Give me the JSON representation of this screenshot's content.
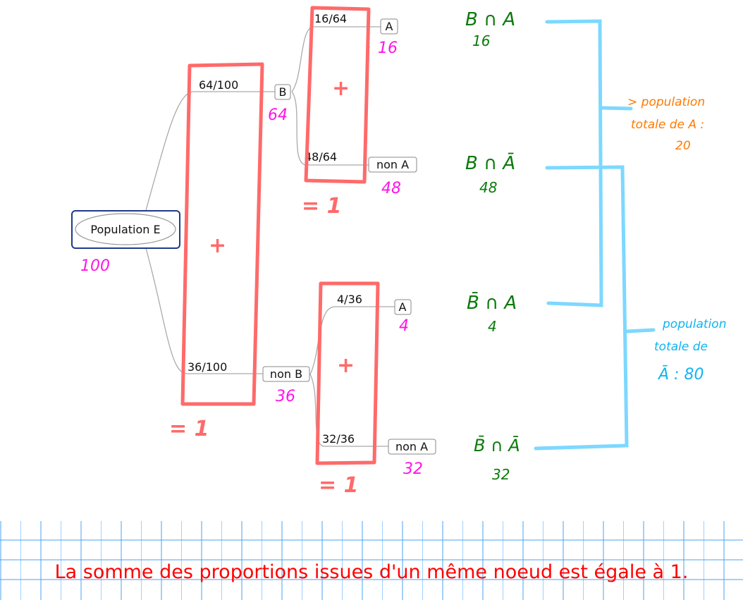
{
  "tree": {
    "root": {
      "label": "Population E",
      "count": "100"
    },
    "level1": [
      {
        "prob": "64/100",
        "label": "B",
        "count": "64"
      },
      {
        "prob": "36/100",
        "label": "non B",
        "count": "36"
      }
    ],
    "level2": [
      {
        "prob": "16/64",
        "label": "A",
        "count": "16"
      },
      {
        "prob": "48/64",
        "label": "non A",
        "count": "48"
      },
      {
        "prob": "4/36",
        "label": "A",
        "count": "4"
      },
      {
        "prob": "32/36",
        "label": "non A",
        "count": "32"
      }
    ]
  },
  "annotations": {
    "plus": "+",
    "sum_one": "= 1",
    "intersections": [
      {
        "label": "B ∩ A",
        "count": "16"
      },
      {
        "label": "B ∩ Ā",
        "count": "48"
      },
      {
        "label": "B̄ ∩ A",
        "count": "4"
      },
      {
        "label": "B̄ ∩ Ā",
        "count": "32"
      }
    ],
    "total_A": [
      "> population",
      "totale de A :",
      "20"
    ],
    "total_not_A": [
      "population",
      "totale de",
      "Ā : 80"
    ]
  },
  "footer": "La somme des proportions issues d'un même noeud est égale à 1.",
  "colors": {
    "red": "#ff6a6a",
    "magenta": "#ff14e6",
    "green": "#0a7a0a",
    "blue": "#7dd8ff",
    "orange": "#ff7a00",
    "cyan": "#10b4f0",
    "footer": "#ff0000"
  }
}
